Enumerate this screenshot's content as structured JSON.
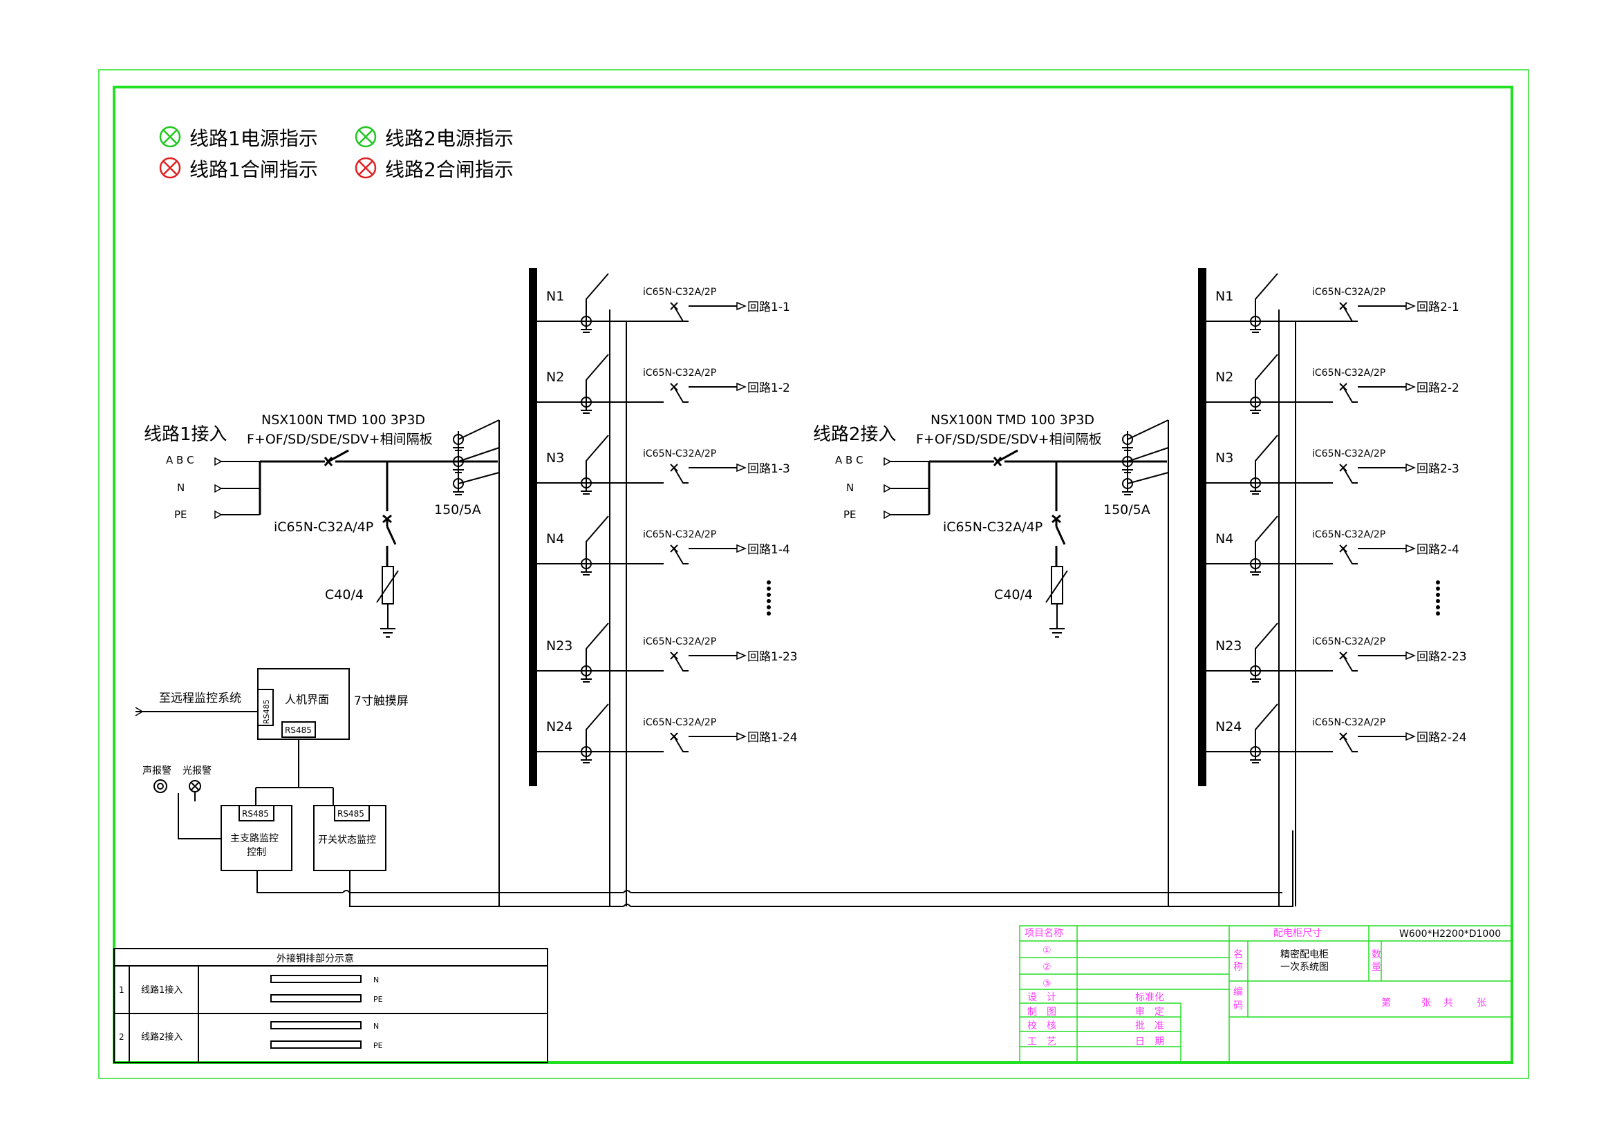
{
  "legend": [
    {
      "label": "线路1电源指示",
      "color": "#1ec81e"
    },
    {
      "label": "线路2电源指示",
      "color": "#1ec81e"
    },
    {
      "label": "线路1合闸指示",
      "color": "#e02020"
    },
    {
      "label": "线路2合闸指示",
      "color": "#e02020"
    }
  ],
  "lines": [
    {
      "title": "线路1接入",
      "phase_labels": [
        "A B C",
        "N",
        "PE"
      ],
      "main_breaker": [
        "NSX100N TMD 100 3P3D",
        "F+OF/SD/SDE/SDV+相间隔板"
      ],
      "ct": "150/5A",
      "spd_breaker": "iC65N-C32A/4P",
      "spd": "C40/4",
      "branches": [
        {
          "node": "N1",
          "breaker": "iC65N-C32A/2P",
          "circuit": "回路1-1"
        },
        {
          "node": "N2",
          "breaker": "iC65N-C32A/2P",
          "circuit": "回路1-2"
        },
        {
          "node": "N3",
          "breaker": "iC65N-C32A/2P",
          "circuit": "回路1-3"
        },
        {
          "node": "N4",
          "breaker": "iC65N-C32A/2P",
          "circuit": "回路1-4"
        },
        {
          "node": "N23",
          "breaker": "iC65N-C32A/2P",
          "circuit": "回路1-23"
        },
        {
          "node": "N24",
          "breaker": "iC65N-C32A/2P",
          "circuit": "回路1-24"
        }
      ]
    },
    {
      "title": "线路2接入",
      "phase_labels": [
        "A B C",
        "N",
        "PE"
      ],
      "main_breaker": [
        "NSX100N TMD 100 3P3D",
        "F+OF/SD/SDE/SDV+相间隔板"
      ],
      "ct": "150/5A",
      "spd_breaker": "iC65N-C32A/4P",
      "spd": "C40/4",
      "branches": [
        {
          "node": "N1",
          "breaker": "iC65N-C32A/2P",
          "circuit": "回路2-1"
        },
        {
          "node": "N2",
          "breaker": "iC65N-C32A/2P",
          "circuit": "回路2-2"
        },
        {
          "node": "N3",
          "breaker": "iC65N-C32A/2P",
          "circuit": "回路2-3"
        },
        {
          "node": "N4",
          "breaker": "iC65N-C32A/2P",
          "circuit": "回路2-4"
        },
        {
          "node": "N23",
          "breaker": "iC65N-C32A/2P",
          "circuit": "回路2-23"
        },
        {
          "node": "N24",
          "breaker": "iC65N-C32A/2P",
          "circuit": "回路2-24"
        }
      ]
    }
  ],
  "monitoring": {
    "remote": "至远程监控系统",
    "hmi": "人机界面",
    "screen": "7寸触摸屏",
    "rs485": "RS485",
    "sound_alarm": "声报警",
    "light_alarm": "光报警",
    "main_monitor": [
      "主支路监控",
      "控制"
    ],
    "switch_monitor": "开关状态监控"
  },
  "busbar_table": {
    "title": "外接铜排部分示意",
    "rows": [
      {
        "no": "1",
        "name": "线路1接入",
        "bars": [
          "N",
          "PE"
        ]
      },
      {
        "no": "2",
        "name": "线路2接入",
        "bars": [
          "N",
          "PE"
        ]
      }
    ]
  },
  "title_block": {
    "project_name": "项目名称",
    "circles": [
      "①",
      "②",
      "③"
    ],
    "roles_left": [
      "设　计",
      "制　图",
      "校　核",
      "工　艺"
    ],
    "roles_right": [
      "标准化",
      "审　定",
      "批　准",
      "日　期"
    ],
    "size_label": "配电柜尺寸",
    "size_value": "W600*H2200*D1000",
    "name_label": [
      "名",
      "称"
    ],
    "name_value": [
      "精密配电柜",
      "一次系统图"
    ],
    "qty_label": [
      "数",
      "量"
    ],
    "code_label": [
      "编",
      "码"
    ],
    "sheet": [
      "第",
      "张",
      "共",
      "张"
    ]
  }
}
